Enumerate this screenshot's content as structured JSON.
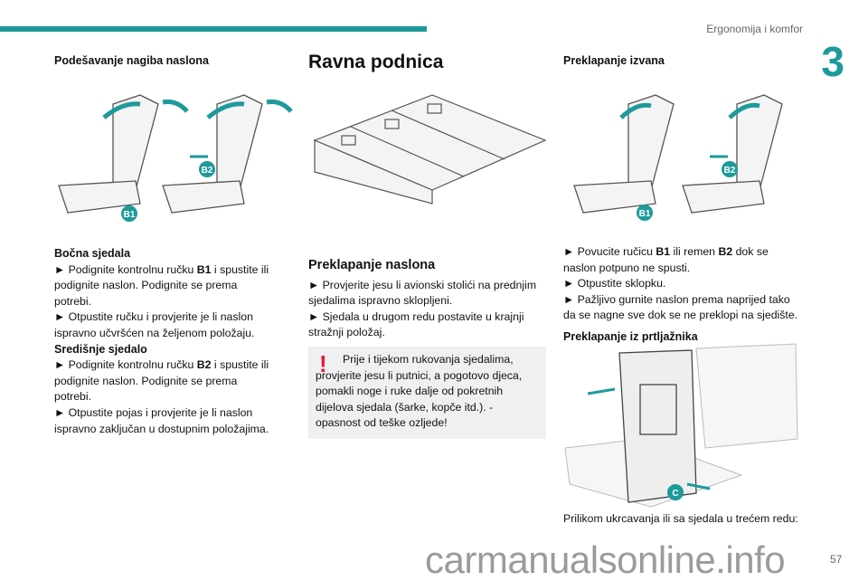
{
  "header": {
    "section": "Ergonomija i komfor",
    "chapter": "3",
    "accent": "#1e9a9a"
  },
  "left": {
    "title": "Podešavanje nagiba naslona",
    "fig_labels": [
      "B1",
      "B2"
    ],
    "side_heading": "Bočna sjedala",
    "p1a": "► Podignite kontrolnu ručku ",
    "p1b": "B1",
    "p1c": " i spustite ili podignite naslon. Podignite se prema potrebi.",
    "p2": "► Otpustite ručku i provjerite je li naslon ispravno učvršćen na željenom položaju.",
    "center_heading": "Središnje sjedalo",
    "p3a": "► Podignite kontrolnu ručku ",
    "p3b": "B2",
    "p3c": " i spustite ili podignite naslon. Podignite se prema potrebi.",
    "p4": "► Otpustite pojas i provjerite je li naslon ispravno zaključan u dostupnim položajima."
  },
  "middle": {
    "title": "Ravna podnica",
    "subtitle": "Preklapanje naslona",
    "p1": "► Provjerite jesu li avionski stolići na prednjim sjedalima ispravno sklopljeni.",
    "p2": "► Sjedala u drugom redu postavite u krajnji stražnji položaj.",
    "warning": "Prije i tijekom rukovanja sjedalima, provjerite jesu li putnici, a pogotovo djeca, pomakli noge i ruke dalje od pokretnih dijelova sjedala (šarke, kopče itd.). - opasnost od teške ozljede!",
    "warning_icon": "!"
  },
  "right": {
    "title": "Preklapanje izvana",
    "fig_labels": [
      "B1",
      "B2"
    ],
    "p1a": "► Povucite ručicu ",
    "p1b": "B1",
    "p1c": " ili remen ",
    "p1d": "B2",
    "p1e": " dok se naslon potpuno ne spusti.",
    "p2": "► Otpustite sklopku.",
    "p3": "► Pažljivo gurnite naslon prema naprijed tako da se nagne sve dok se ne preklopi na sjedište.",
    "subtitle": "Preklapanje iz prtljažnika",
    "fig2_label": "C",
    "p4": "Prilikom ukrcavanja ili sa sjedala u trećem redu:"
  },
  "footer": {
    "page": "57",
    "watermark": "carmanualsonline.info"
  }
}
